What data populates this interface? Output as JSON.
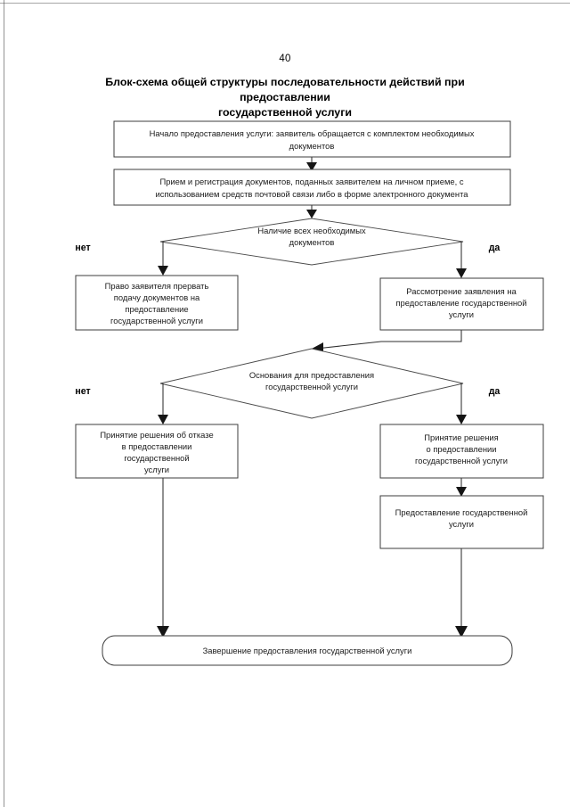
{
  "document": {
    "page_number": "40",
    "title_line1": "Блок-схема общей структуры последовательности действий при предоставлении",
    "title_line2": "государственной услуги"
  },
  "colors": {
    "background": "#ffffff",
    "ink": "#000000",
    "box_border": "#3c3c3c",
    "connector": "#2e2e2e"
  },
  "chart_data": {
    "type": "diagram",
    "title": "Блок-схема общей структуры последовательности действий при предоставлении государственной услуги",
    "orientation": "top-to-bottom",
    "nodes": [
      {
        "id": "start",
        "shape": "rectangle",
        "lines": [
          "Начало предоставления услуги: заявитель обращается с комплектом необходимых",
          "документов"
        ]
      },
      {
        "id": "intake",
        "shape": "rectangle",
        "lines": [
          "Прием и регистрация документов, поданных заявителем на личном приеме, с",
          "использованием средств почтовой связи либо в форме электронного документа"
        ]
      },
      {
        "id": "decision-docs",
        "shape": "diamond",
        "lines": [
          "Наличие всех необходимых",
          "документов"
        ]
      },
      {
        "id": "interrupt-right",
        "shape": "rectangle",
        "lines": [
          "Право заявителя прервать",
          "подачу документов на",
          "предоставление",
          "государственной услуги"
        ]
      },
      {
        "id": "review-application",
        "shape": "rectangle",
        "lines": [
          "Рассмотрение заявления на",
          "предоставление государственной",
          "услуги"
        ]
      },
      {
        "id": "decision-grounds",
        "shape": "diamond",
        "lines": [
          "Основания для предоставления",
          "государственной услуги"
        ]
      },
      {
        "id": "refusal-decision",
        "shape": "rectangle",
        "lines": [
          "Принятие решения об отказе",
          "в предоставлении",
          "государственной",
          "услуги"
        ]
      },
      {
        "id": "grant-decision",
        "shape": "rectangle",
        "lines": [
          "Принятие решения",
          "о предоставлении",
          "государственной услуги"
        ]
      },
      {
        "id": "provide-service",
        "shape": "rectangle",
        "lines": [
          "Предоставление государственной",
          "услуги"
        ]
      },
      {
        "id": "finish",
        "shape": "rounded-rectangle",
        "lines": [
          "Завершение предоставления государственной услуги"
        ]
      }
    ],
    "branch_labels": [
      {
        "id": "docs-no",
        "text": "нет",
        "side": "left",
        "decision": "decision-docs"
      },
      {
        "id": "docs-yes",
        "text": "да",
        "side": "right",
        "decision": "decision-docs"
      },
      {
        "id": "grounds-no",
        "text": "нет",
        "side": "left",
        "decision": "decision-grounds"
      },
      {
        "id": "grounds-yes",
        "text": "да",
        "side": "right",
        "decision": "decision-grounds"
      }
    ],
    "edges": [
      {
        "from": "start",
        "to": "intake",
        "label": ""
      },
      {
        "from": "intake",
        "to": "decision-docs",
        "label": ""
      },
      {
        "from": "decision-docs",
        "to": "interrupt-right",
        "label": "нет"
      },
      {
        "from": "decision-docs",
        "to": "review-application",
        "label": "да"
      },
      {
        "from": "review-application",
        "to": "decision-grounds",
        "label": ""
      },
      {
        "from": "decision-grounds",
        "to": "refusal-decision",
        "label": "нет"
      },
      {
        "from": "decision-grounds",
        "to": "grant-decision",
        "label": "да"
      },
      {
        "from": "grant-decision",
        "to": "provide-service",
        "label": ""
      },
      {
        "from": "refusal-decision",
        "to": "finish",
        "label": ""
      },
      {
        "from": "provide-service",
        "to": "finish",
        "label": ""
      }
    ]
  }
}
